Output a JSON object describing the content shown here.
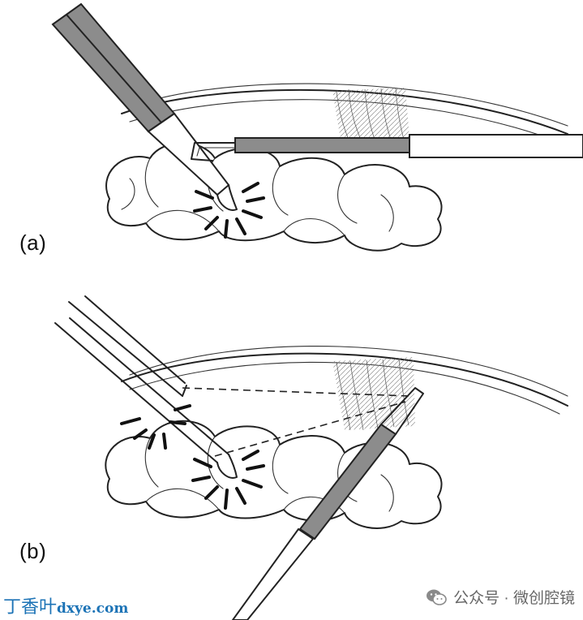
{
  "panels": [
    {
      "label": "(a)"
    },
    {
      "label": "(b)"
    }
  ],
  "watermark_left": {
    "cn": "丁香叶",
    "en": "dxye.com"
  },
  "watermark_right": {
    "icon": "wechat-icon",
    "text": "公众号 · 微创腔镜"
  }
}
